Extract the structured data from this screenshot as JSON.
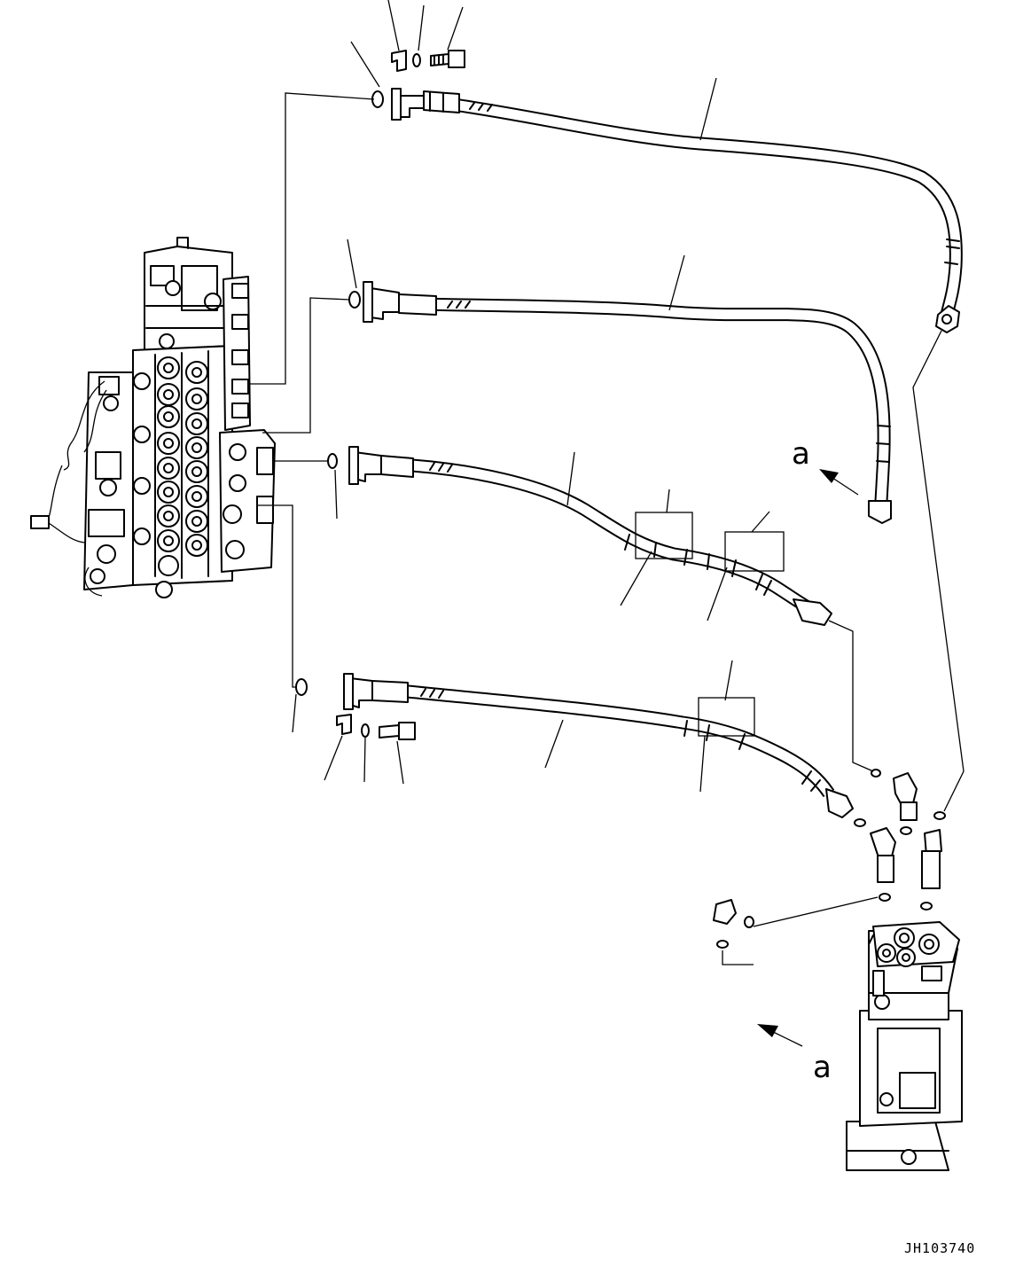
{
  "diagram": {
    "view_label_1": "a",
    "view_label_2": "a",
    "drawing_code": "JH103740"
  }
}
